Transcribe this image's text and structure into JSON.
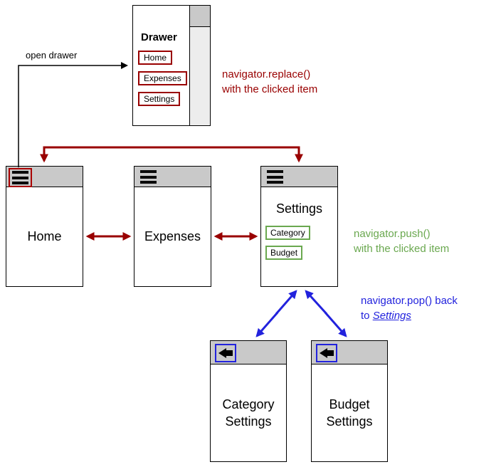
{
  "colors": {
    "replace_red": "#990000",
    "push_green": "#6aa84f",
    "pop_blue": "#2222dd",
    "appbar_gray": "#c9c9c9",
    "drawer_scrim_gray": "#ededed"
  },
  "icons": {
    "menu": "hamburger-menu",
    "back": "left-arrow"
  },
  "drawer": {
    "title": "Drawer",
    "items": [
      {
        "label": "Home"
      },
      {
        "label": "Expenses"
      },
      {
        "label": "Settings"
      }
    ]
  },
  "annotations": {
    "open_drawer": "open drawer",
    "replace": {
      "line1": "navigator.replace()",
      "line2": "with the clicked item"
    },
    "push": {
      "line1": "navigator.push()",
      "line2": "with the clicked item"
    },
    "pop": {
      "line1": "navigator.pop() back",
      "line2_prefix": "to ",
      "line2_link": "Settings"
    }
  },
  "screens": {
    "home": {
      "title": "Home"
    },
    "expenses": {
      "title": "Expenses"
    },
    "settings": {
      "title": "Settings",
      "items": [
        {
          "label": "Category"
        },
        {
          "label": "Budget"
        }
      ]
    },
    "category_settings": {
      "title": "Category Settings"
    },
    "budget_settings": {
      "title": "Budget Settings"
    }
  }
}
